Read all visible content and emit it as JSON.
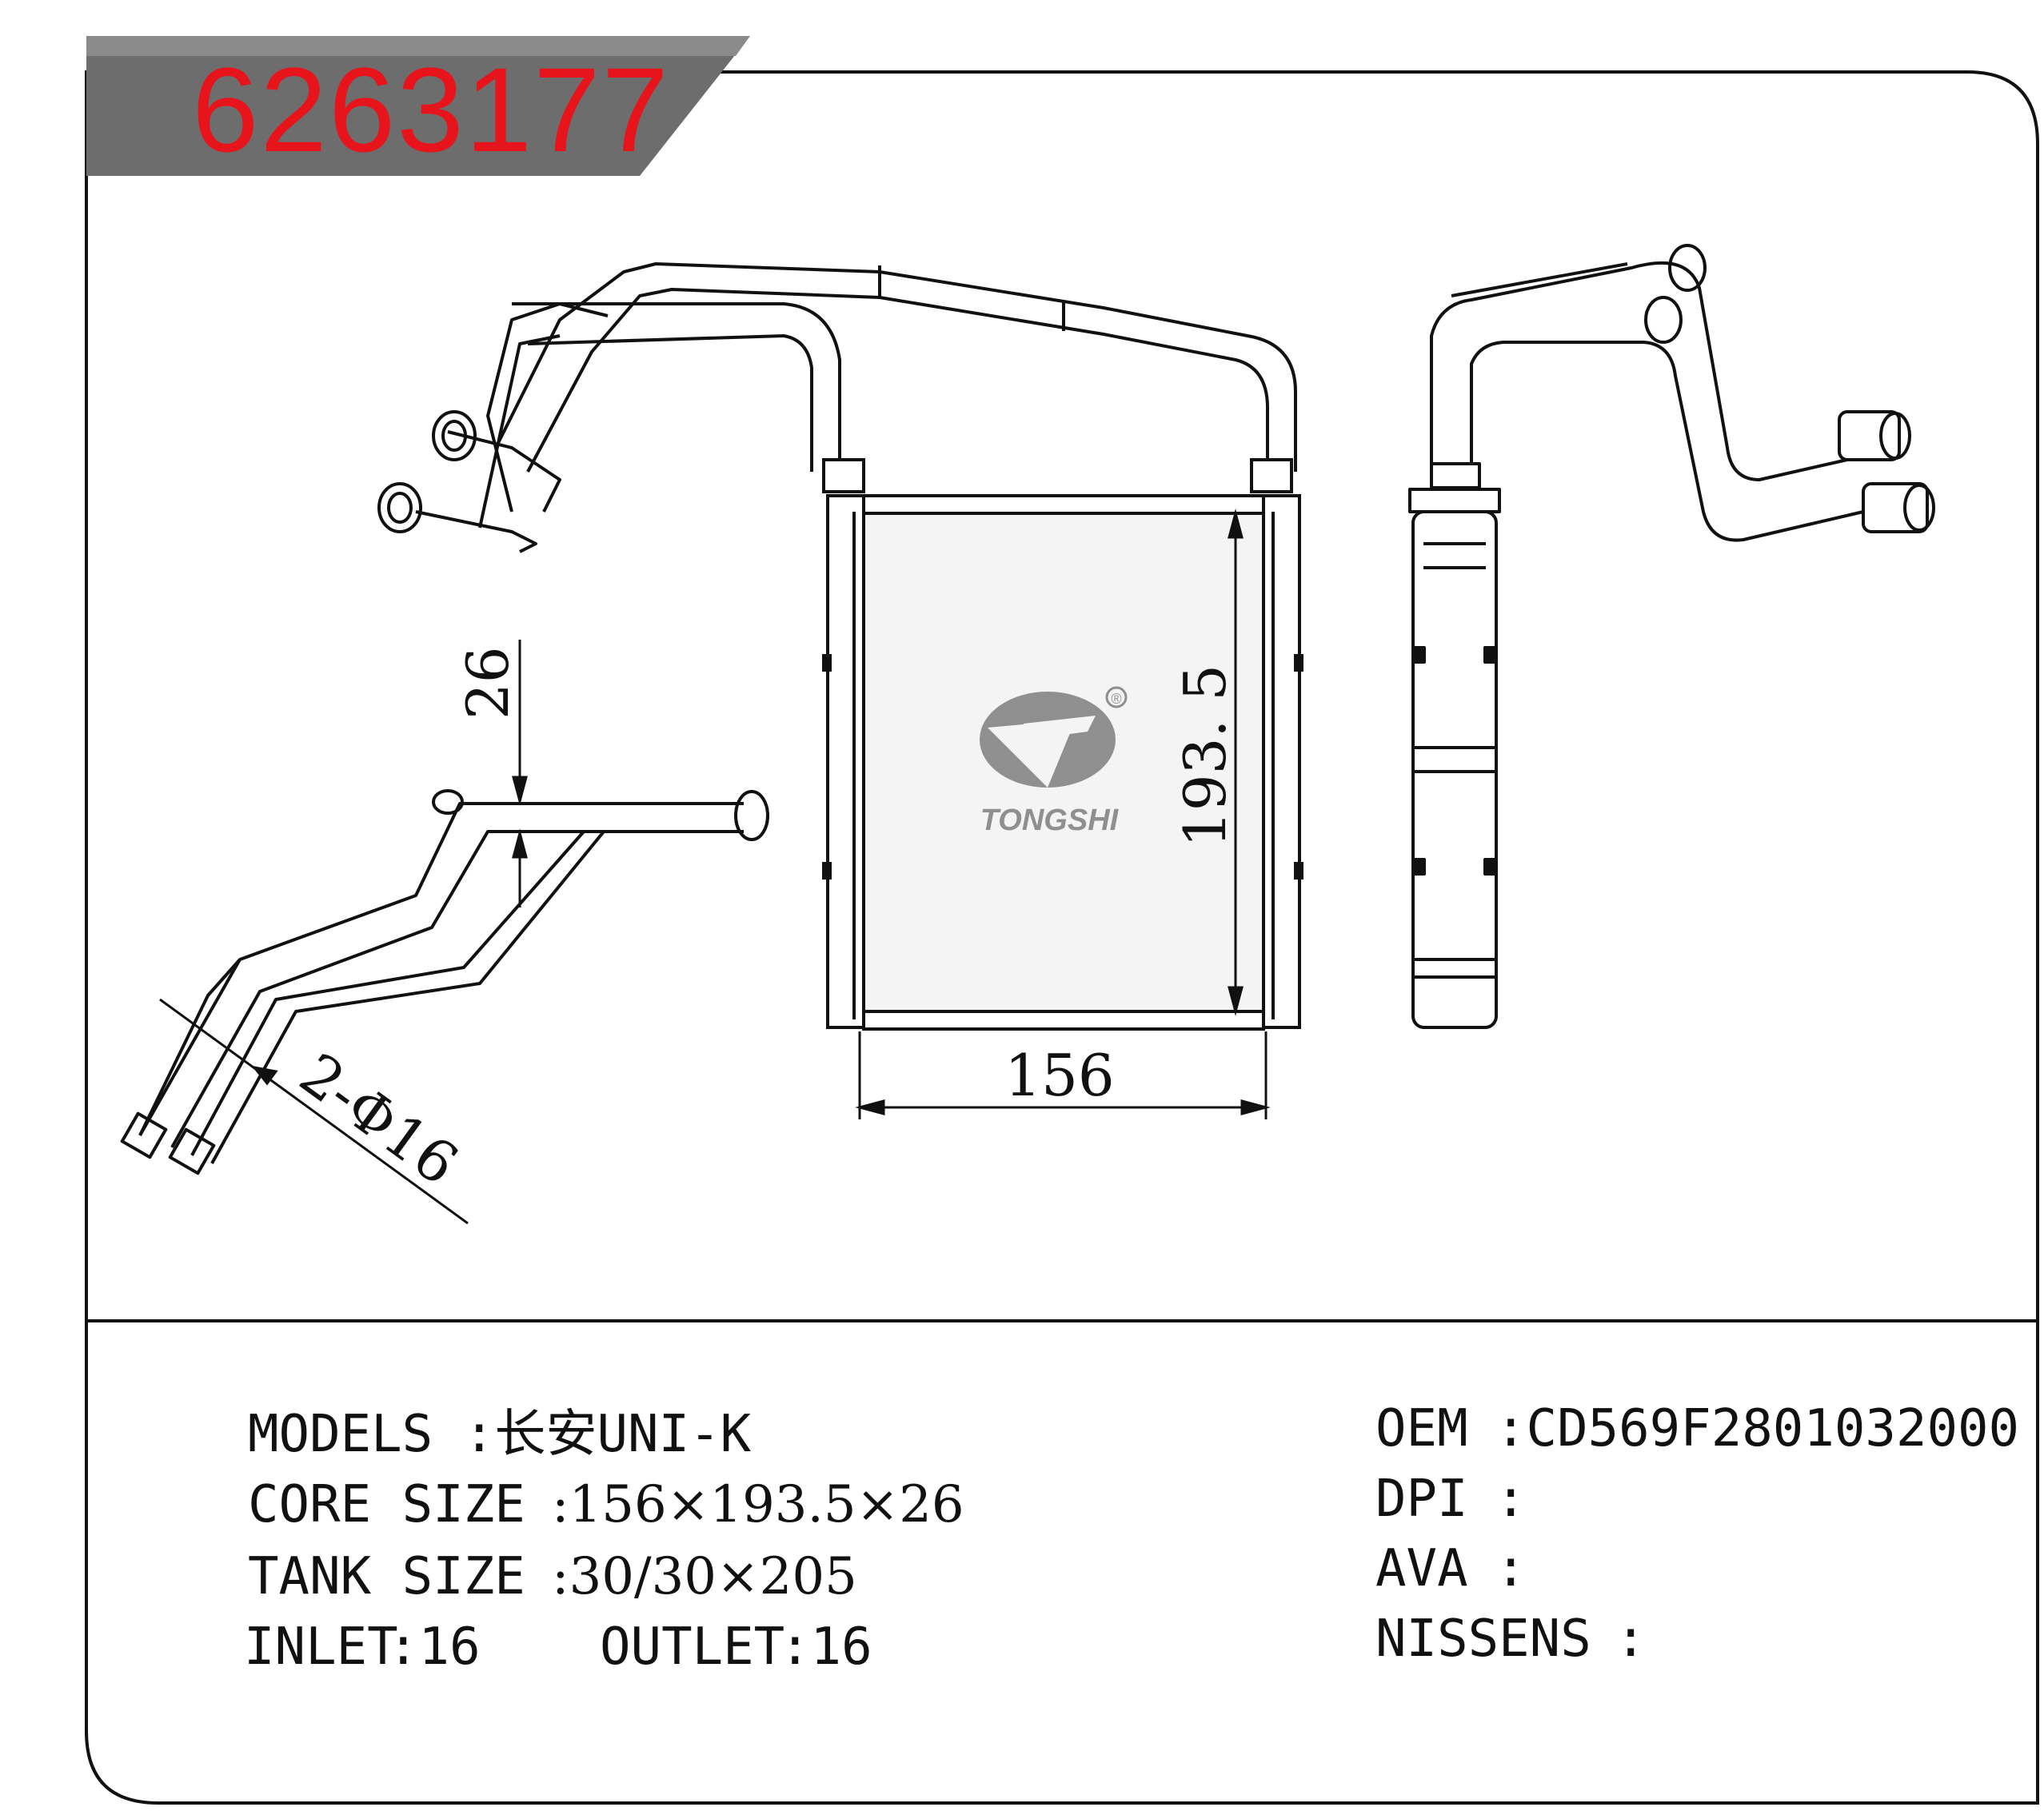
{
  "header": {
    "part_number": "6263177",
    "accent": "#e8141b"
  },
  "drawing": {
    "dim_width": "156",
    "dim_height": "193. 5",
    "dim_depth": "26",
    "dim_pipe": "2-Φ16",
    "logo_text": "TONGSHI",
    "logo_mark": "®"
  },
  "specs": {
    "models_label": "MODELS",
    "models_value": ":长安UNI-K",
    "core_label": "CORE SIZE",
    "core_value": ":156×193.5×26",
    "tank_label": "TANK SIZE",
    "tank_value": ":30/30×205",
    "inlet_label": "INLET",
    "inlet_value": ":16",
    "outlet_label": "OUTLET",
    "outlet_value": ":16",
    "oem_label": "OEM",
    "oem_value": ":CD569F2801032000",
    "dpi_label": "DPI",
    "dpi_value": ":",
    "ava_label": "AVA",
    "ava_value": ":",
    "nissens_label": "NISSENS",
    "nissens_value": ":"
  }
}
